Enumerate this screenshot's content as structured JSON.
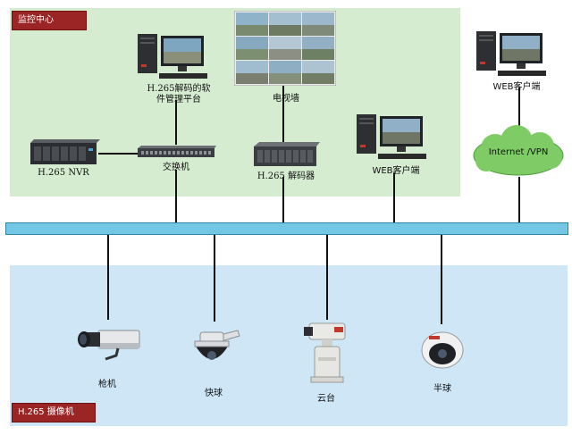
{
  "zones": {
    "monitor_center": "监控中心",
    "cameras": "H.265 摄像机"
  },
  "nodes": {
    "software_platform_line1": "H.265解码的软",
    "software_platform_line2": "件管理平台",
    "tv_wall": "电视墙",
    "nvr": "H.265 NVR",
    "switch": "交换机",
    "decoder": "H.265 解码器",
    "web_client_inner": "WEB客户端",
    "web_client_remote": "WEB客户端",
    "internet": "Internet /VPN"
  },
  "cameras": {
    "bullet": "枪机",
    "speed_dome": "快球",
    "ptz": "云台",
    "dome": "半球"
  },
  "colors": {
    "monitor_zone": "#d5ecd0",
    "camera_zone": "#cfe6f6",
    "bus": "#74c7e4",
    "tag": "#9b2424",
    "cloud": "#7fcc66"
  },
  "icons": {
    "workstation": "desktop-computer-icon",
    "tv_wall": "video-wall-icon",
    "nvr": "server-rack-icon",
    "switch": "network-switch-icon",
    "decoder": "decoder-box-icon",
    "cloud": "cloud-icon",
    "bullet": "bullet-camera-icon",
    "speed_dome": "speed-dome-camera-icon",
    "ptz": "ptz-camera-icon",
    "dome": "dome-camera-icon"
  }
}
